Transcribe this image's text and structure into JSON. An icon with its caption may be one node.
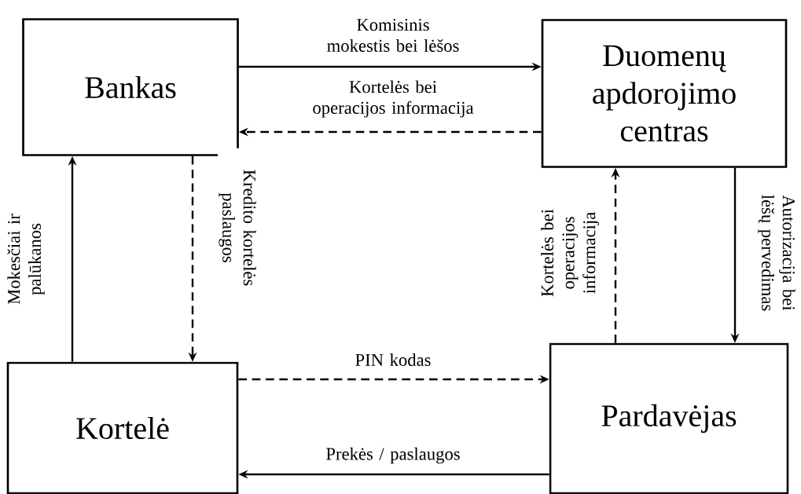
{
  "diagram": {
    "nodes": [
      {
        "text": [
          "Bankas"
        ]
      },
      {
        "text": [
          "Duomenų apdorojimo centras"
        ]
      },
      {
        "text": [
          "Kortelė"
        ]
      },
      {
        "text": [
          "Pardavėjas"
        ]
      }
    ],
    "edges": [
      {
        "from": 0,
        "to": 1,
        "arrow": "to",
        "label": "Komisinis mokestis bei lėšos"
      },
      {
        "from": 1,
        "to": 0,
        "arrow": "to",
        "style": "dashed",
        "label": "Kortelės bei operacijos informacija"
      },
      {
        "from": 2,
        "to": 0,
        "arrow": "to",
        "label": "Mokesčiai ir palūkanos"
      },
      {
        "from": 0,
        "to": 2,
        "arrow": "to",
        "style": "dashed",
        "label": "Kredito kortelės paslaugos"
      },
      {
        "from": 2,
        "to": 3,
        "arrow": "to",
        "style": "dashed",
        "label": "PIN kodas"
      },
      {
        "from": 3,
        "to": 2,
        "arrow": "to",
        "label": "Prekės / paslaugos"
      },
      {
        "from": 3,
        "to": 1,
        "arrow": "to",
        "style": "dashed",
        "label": "Kortelės bei operacijos informacija"
      },
      {
        "from": 1,
        "to": 3,
        "arrow": "to",
        "label": "Autorizacija bei lėšų pervedimas"
      }
    ]
  }
}
